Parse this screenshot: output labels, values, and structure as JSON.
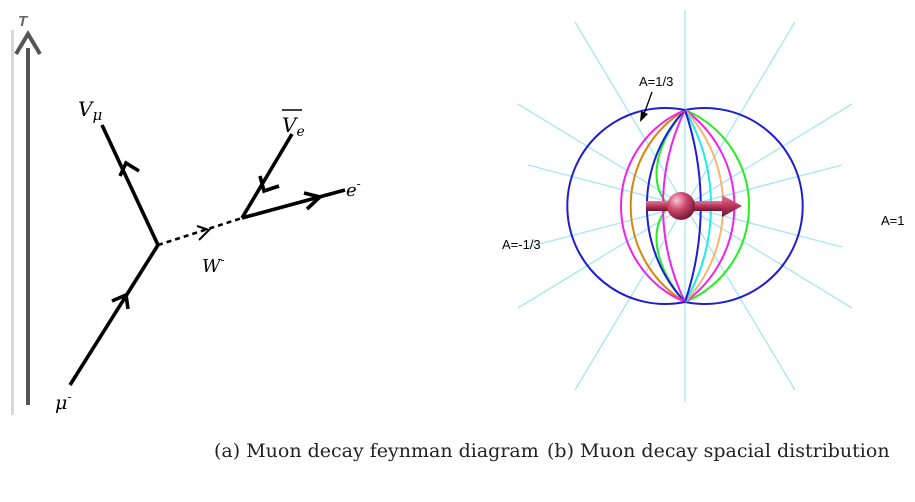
{
  "figure_a": {
    "time_axis_label": "T",
    "particles": {
      "muon": "μ",
      "muon_neutrino": "V",
      "muon_neutrino_sub": "μ",
      "w_boson": "W",
      "electron_antineutrino": "V",
      "electron_antineutrino_sub": "e",
      "electron": "e",
      "charge_minus": "-"
    }
  },
  "figure_b": {
    "label_a_one_third": "A=1/3",
    "label_a_minus_one_third": "A=-1/3",
    "label_a_one": "A=1"
  },
  "captions": {
    "a": "(a) Muon decay feynman diagram",
    "b": "(b) Muon decay spacial distribution"
  },
  "colors": {
    "blue": "#1e1ed2",
    "orange_dark": "#d4860e",
    "orange_light": "#f7b66e",
    "magenta": "#ee22ee",
    "cyan": "#22e8ee",
    "green": "#22ee22",
    "guide_lines": "#a8e6f6",
    "particle": "#c23d62"
  }
}
